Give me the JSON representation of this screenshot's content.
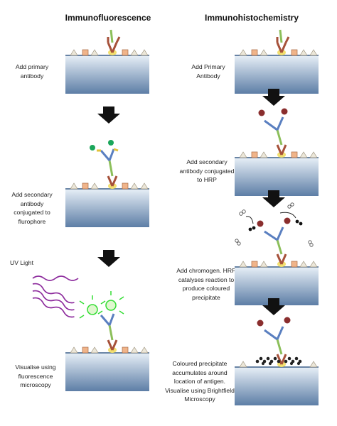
{
  "columns": {
    "left_title": "Immunofluorescence",
    "right_title": "Immunohistochemistry"
  },
  "left_steps": [
    {
      "id": "if-1",
      "label": "Add primary antibody"
    },
    {
      "id": "if-2",
      "label": "Add secondary antibody conjugated to flurophore"
    },
    {
      "id": "if-uv",
      "label": "UV Light"
    },
    {
      "id": "if-3",
      "label": "Visualise using fluorescence microscopy"
    }
  ],
  "right_steps": [
    {
      "id": "ihc-1",
      "label": "Add Primary Antibody"
    },
    {
      "id": "ihc-2",
      "label": "Add secondary antibody conjugated to HRP"
    },
    {
      "id": "ihc-3",
      "label": "Add chromogen. HRP catalyses reaction to produce coloured precipitate"
    },
    {
      "id": "ihc-4",
      "label": "Coloured precipitate accumulates around location of antigen. Visualise using Brightfield Microscopy"
    }
  ],
  "colors": {
    "slide_top": "#e7eff7",
    "slide_bottom": "#5d7ea6",
    "primary_antibody": "#a6513a",
    "secondary_antibody_blue": "#5a7fc0",
    "secondary_antibody_green": "#8cbf5a",
    "fluorophore": "#1ba65a",
    "hrp": "#8a2e2e",
    "precipitate": "#222222",
    "antigen": "#f0b48a",
    "uv_light": "#8c2a9c",
    "fluorescence_glow": "#33dd33"
  }
}
